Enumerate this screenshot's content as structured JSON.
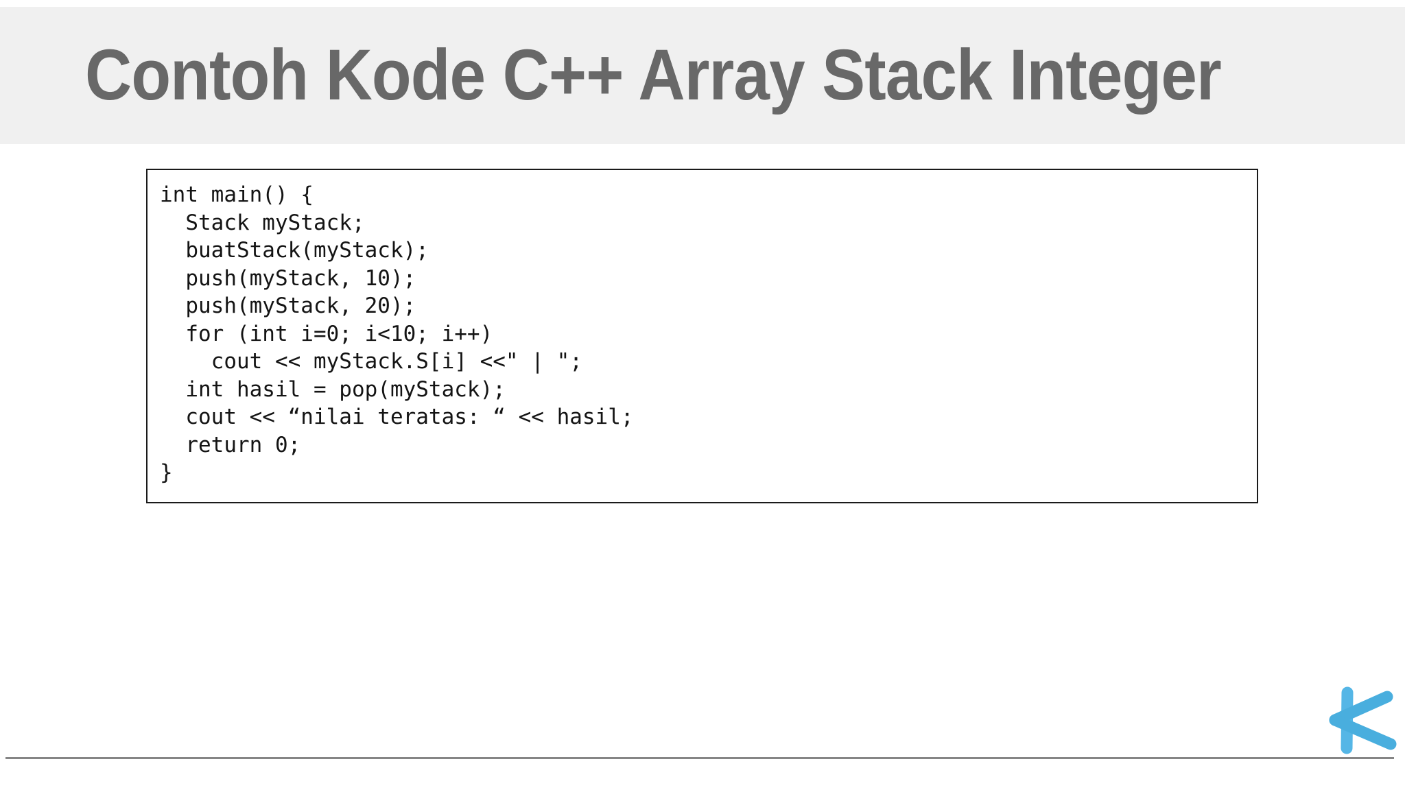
{
  "slide": {
    "title": "Contoh Kode C++ Array Stack Integer"
  },
  "code_block": {
    "language": "cpp",
    "lines": [
      "int main() {",
      "  Stack myStack;",
      "  buatStack(myStack);",
      "  push(myStack, 10);",
      "  push(myStack, 20);",
      "  for (int i=0; i<10; i++)",
      "    cout << myStack.S[i] <<\" | \";",
      "  int hasil = pop(myStack);",
      "  cout << “nilai teratas: “ << hasil;",
      "  return 0;",
      "}"
    ]
  },
  "footer": {
    "logo_icon": "blue-k-logo"
  },
  "colors": {
    "header_bg": "#f0f0f0",
    "title_color": "#686868",
    "code_text": "#141414",
    "code_border": "#1a1a1a",
    "footer_line": "#858585",
    "logo_blue": "#49aede",
    "logo_blue_light": "#55b6e6"
  }
}
